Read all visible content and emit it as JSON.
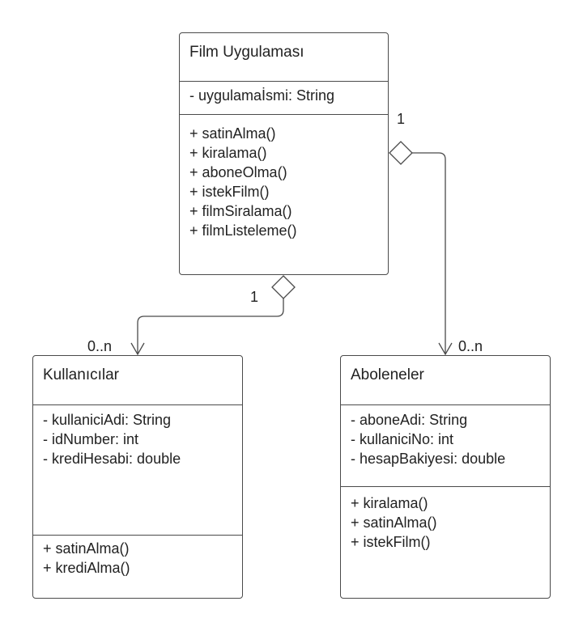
{
  "classes": {
    "film": {
      "name": "Film Uygulaması",
      "attributes": [
        "- uygulamaİsmi: String"
      ],
      "operations": [
        "+ satinAlma()",
        "+ kiralama()",
        "+ aboneOlma()",
        "+ istekFilm()",
        "+ filmSiralama()",
        "+ filmListeleme()"
      ]
    },
    "kullanicilar": {
      "name": "Kullanıcılar",
      "attributes": [
        "- kullaniciAdi: String",
        "- idNumber: int",
        "- krediHesabi: double"
      ],
      "operations": [
        "+ satinAlma()",
        "+ krediAlma()"
      ]
    },
    "aboleneler": {
      "name": "Aboleneler",
      "attributes": [
        "- aboneAdi: String",
        "- kullaniciNo: int",
        "- hesapBakiyesi: double"
      ],
      "operations": [
        "+ kiralama()",
        "+ satinAlma()",
        "+ istekFilm()"
      ]
    }
  },
  "associations": {
    "film_kullanicilar": {
      "type": "aggregation",
      "whole_multiplicity": "1",
      "part_multiplicity": "0..n"
    },
    "film_aboleneler": {
      "type": "aggregation",
      "whole_multiplicity": "1",
      "part_multiplicity": "0..n"
    }
  },
  "colors": {
    "line": "#4a4a4a",
    "text": "#222222",
    "background": "#ffffff"
  }
}
